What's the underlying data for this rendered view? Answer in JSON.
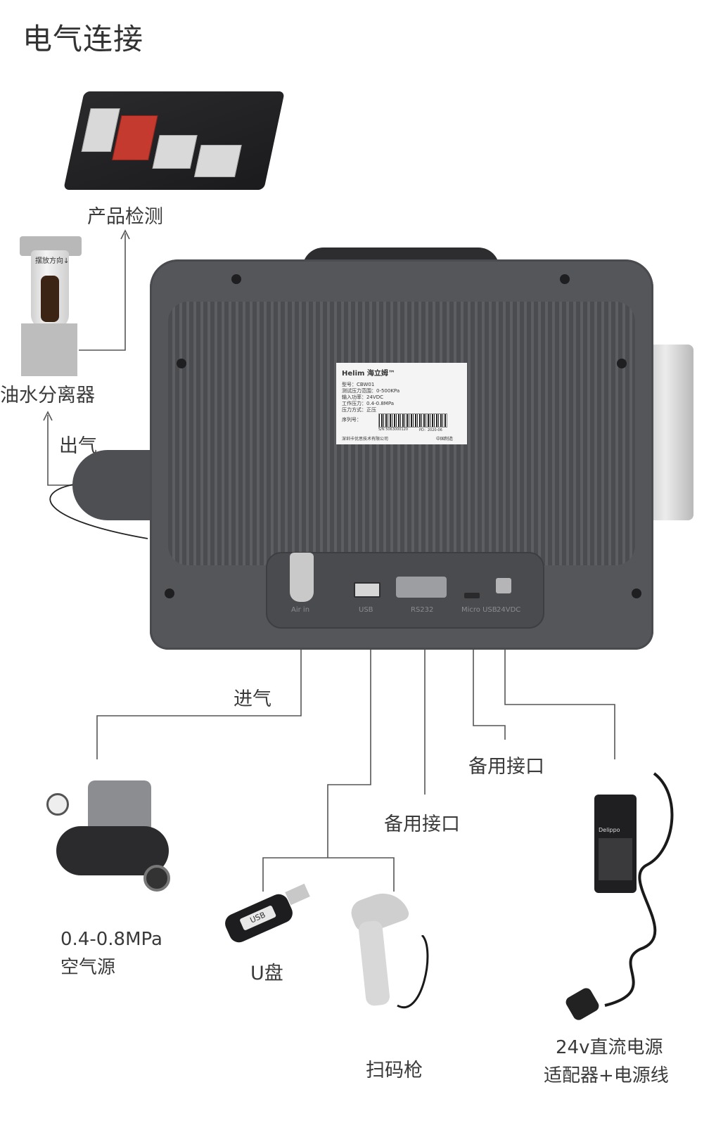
{
  "title": "电气连接",
  "labels": {
    "product_test": "产品检测",
    "oil_water_separator": "油水分离器",
    "air_out": "出气",
    "air_in": "进气",
    "backup_port_1": "备用接口",
    "backup_port_2": "备用接口",
    "air_source_line1": "0.4-0.8MPa",
    "air_source_line2": "空气源",
    "usb_drive": "U盘",
    "scanner": "扫码枪",
    "power_line1": "24v直流电源",
    "power_line2": "适配器+电源线"
  },
  "device": {
    "nameplate": {
      "brand": "Helim 海立姆™",
      "rows": [
        "型号：CBW01",
        "测试压力范围：0-500KPa",
        "输入功率：24VDC",
        "工作压力：0.4-0.8MPa",
        "压力方式：正压"
      ],
      "serial_label": "序列号：",
      "serial": "S/N 5063000120",
      "pd": "PD：2020-06",
      "company": "深圳卡优思技术有限公司",
      "made_in": "中国制造"
    },
    "ports": {
      "air_in": "Air in",
      "usb": "USB",
      "rs232": "RS232",
      "micro_usb": "Micro USB",
      "dc": "24VDC"
    }
  },
  "separator_sticker": "摆放方向↓",
  "usb_text": "USB",
  "adapter_brand": "Delippo"
}
